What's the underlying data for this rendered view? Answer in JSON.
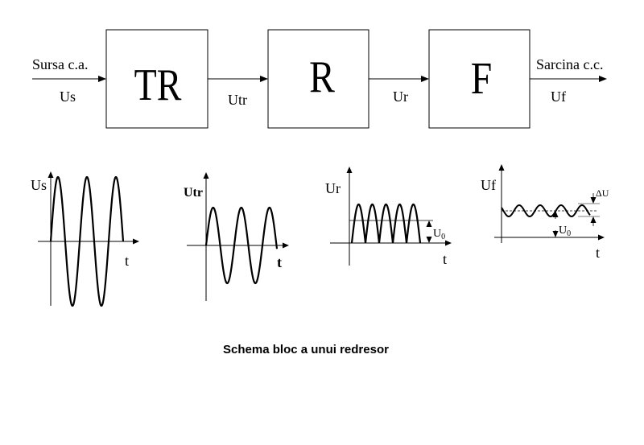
{
  "diagram": {
    "input": {
      "label": "Sursa c.a.",
      "signal": "Us"
    },
    "blocks": [
      {
        "id": "transformer",
        "label": "TR"
      },
      {
        "id": "rectifier",
        "label": "R"
      },
      {
        "id": "filter",
        "label": "F"
      }
    ],
    "links": [
      {
        "signal": "Utr"
      },
      {
        "signal": "Ur"
      }
    ],
    "output": {
      "label": "Sarcina c.c.",
      "signal": "Uf"
    }
  },
  "waveforms": [
    {
      "id": "us",
      "y_label": "Us",
      "x_label": "t",
      "shape": "sine"
    },
    {
      "id": "utr",
      "y_label": "Utr",
      "x_label": "t",
      "shape": "sine-reduced"
    },
    {
      "id": "ur",
      "y_label": "Ur",
      "x_label": "t",
      "shape": "full-wave-rectified",
      "level_label": "U",
      "level_sub": "0"
    },
    {
      "id": "uf",
      "y_label": "Uf",
      "x_label": "t",
      "shape": "filtered-ripple",
      "level_label": "U",
      "level_sub": "0",
      "ripple_label": "ΔU"
    }
  ],
  "caption": "Schema bloc a unui redresor",
  "colors": {
    "ink": "#000000",
    "background": "#ffffff"
  }
}
